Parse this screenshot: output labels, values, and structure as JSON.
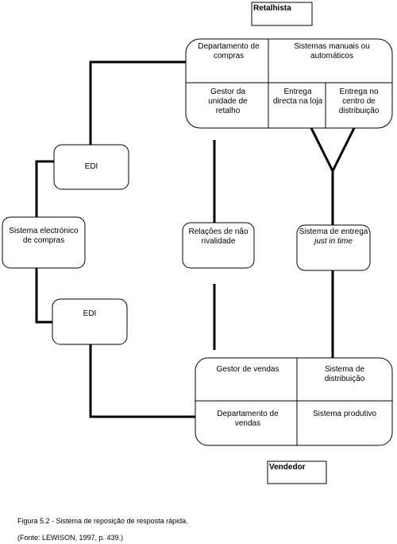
{
  "retalhista": {
    "title": "Retalhista",
    "dept_compras": "Departamento de compras",
    "sistemas": "Sistemas manuais ou automáticos",
    "gestor_unidade": "Gestor da unidade de retalho",
    "entrega_loja": "Entrega directa na loja",
    "entrega_centro": "Entrega no centro de distribuição"
  },
  "edi_top": "EDI",
  "edi_bottom": "EDI",
  "sistema_electronico": "Sistema electrónico de compras",
  "relacoes": "Relações de não rivalidade",
  "sistema_entrega": {
    "prefix": "Sistema de entrega",
    "italic": "just in time"
  },
  "vendedor": {
    "title": "Vendedor",
    "gestor_vendas": "Gestor de vendas",
    "sistema_distribuicao": "Sistema de distribuição",
    "dept_vendas": "Departamento de vendas",
    "sistema_produtivo": "Sistema produtivo"
  },
  "caption": {
    "line1": "Figura 5.2  - Sistema de reposição de resposta rápida.",
    "line2": "(Fonte: LEWISON, 1997, p. 439.)"
  }
}
